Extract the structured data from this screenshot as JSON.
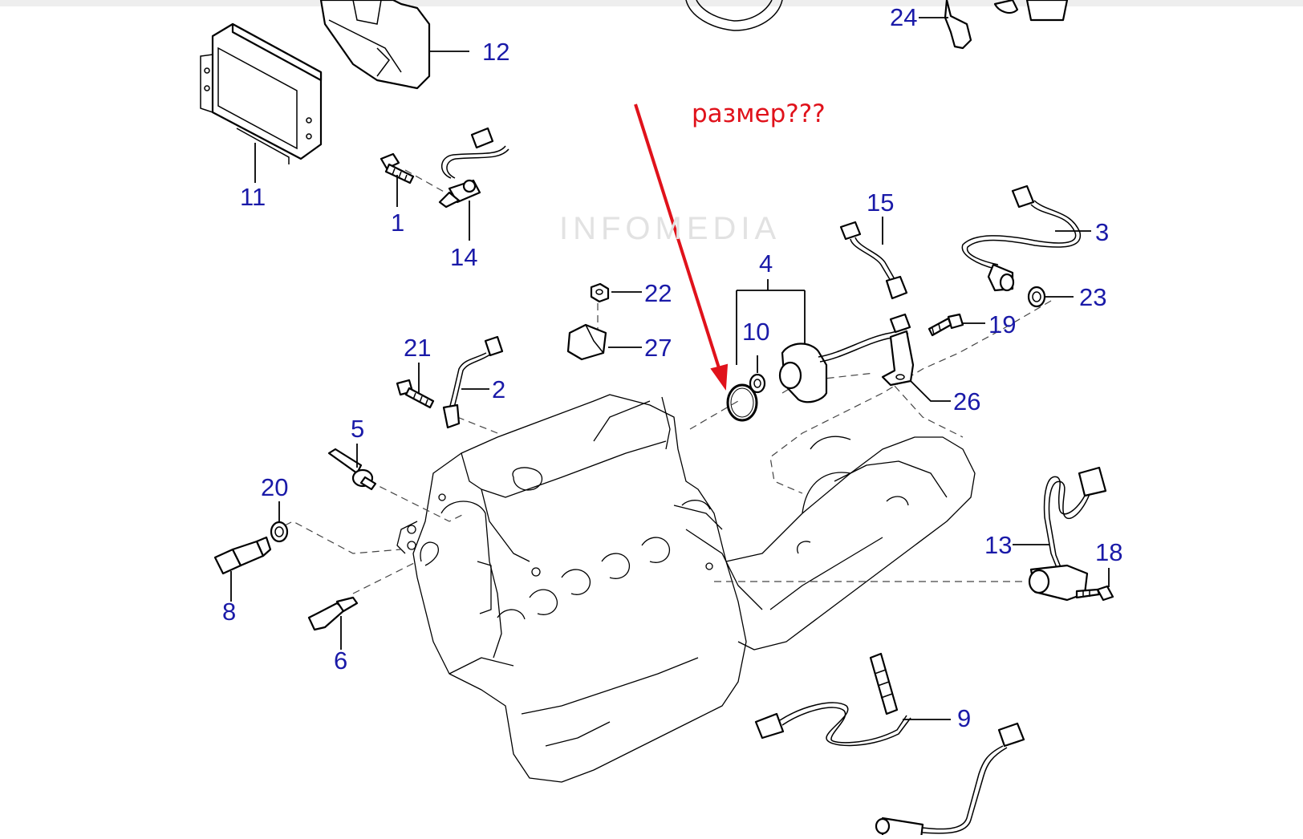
{
  "diagram": {
    "title": "Engine sensors exploded parts diagram",
    "watermark": "INFOMEDIA",
    "annotation": "размер???",
    "colors": {
      "callout": "#1a1aa8",
      "annotation": "#e0121b",
      "lines": "#000000"
    },
    "callouts": [
      {
        "id": "24",
        "text": "24"
      },
      {
        "id": "12",
        "text": "12"
      },
      {
        "id": "11",
        "text": "11"
      },
      {
        "id": "1",
        "text": "1"
      },
      {
        "id": "14",
        "text": "14"
      },
      {
        "id": "15",
        "text": "15"
      },
      {
        "id": "3",
        "text": "3"
      },
      {
        "id": "4",
        "text": "4"
      },
      {
        "id": "22",
        "text": "22"
      },
      {
        "id": "23",
        "text": "23"
      },
      {
        "id": "10",
        "text": "10"
      },
      {
        "id": "19",
        "text": "19"
      },
      {
        "id": "21",
        "text": "21"
      },
      {
        "id": "27",
        "text": "27"
      },
      {
        "id": "2",
        "text": "2"
      },
      {
        "id": "26",
        "text": "26"
      },
      {
        "id": "5",
        "text": "5"
      },
      {
        "id": "20",
        "text": "20"
      },
      {
        "id": "13",
        "text": "13"
      },
      {
        "id": "18",
        "text": "18"
      },
      {
        "id": "8",
        "text": "8"
      },
      {
        "id": "6",
        "text": "6"
      },
      {
        "id": "9",
        "text": "9"
      }
    ]
  }
}
